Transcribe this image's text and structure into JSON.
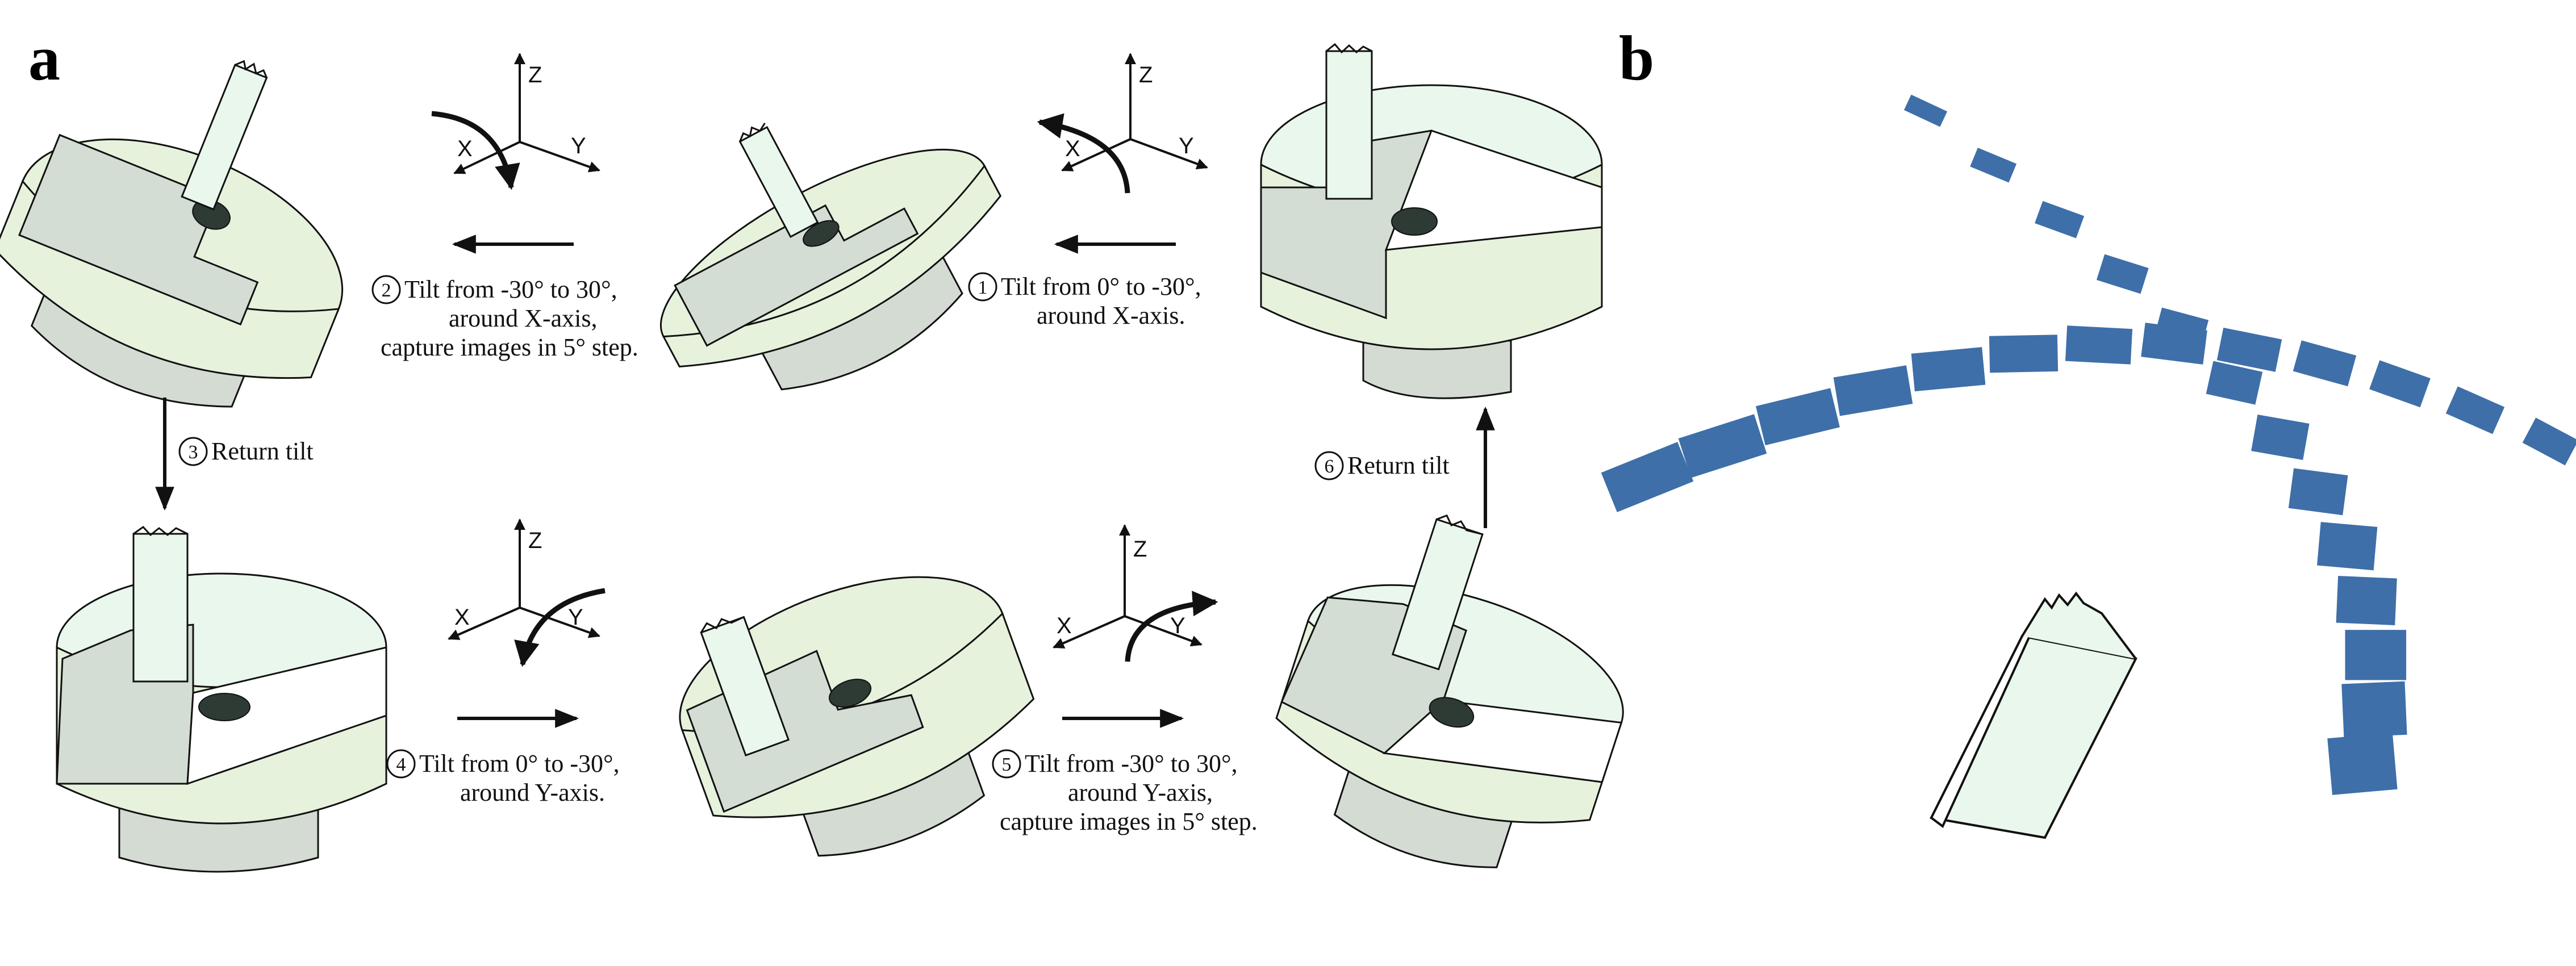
{
  "panels": {
    "a": "a",
    "b": "b"
  },
  "axes": {
    "x": "X",
    "y": "Y",
    "z": "Z"
  },
  "steps": {
    "s1": {
      "num": "1",
      "line1": "Tilt from 0° to -30°,",
      "line2": "around X-axis."
    },
    "s2": {
      "num": "2",
      "line1": "Tilt from -30° to 30°,",
      "line2": "around X-axis,",
      "line3": "capture images in 5° step."
    },
    "s3": {
      "num": "3",
      "line1": "Return tilt"
    },
    "s4": {
      "num": "4",
      "line1": "Tilt from 0° to -30°,",
      "line2": "around Y-axis."
    },
    "s5": {
      "num": "5",
      "line1": "Tilt from -30° to 30°,",
      "line2": "around Y-axis,",
      "line3": "capture images in 5° step."
    },
    "s6": {
      "num": "6",
      "line1": "Return tilt"
    }
  },
  "colors": {
    "holder_face": "#e6f2dc",
    "holder_shadow": "#d3ddd3",
    "holder_top": "#eaf7ec",
    "base": "#d3dbd3",
    "hole": "#2e3b34",
    "outline": "#111111",
    "tilt_tiles": "#3e6fa8"
  },
  "icons": [
    "axis-triad-icon",
    "rotation-arrow-icon",
    "direction-arrow-icon",
    "sample-lamella-icon"
  ]
}
